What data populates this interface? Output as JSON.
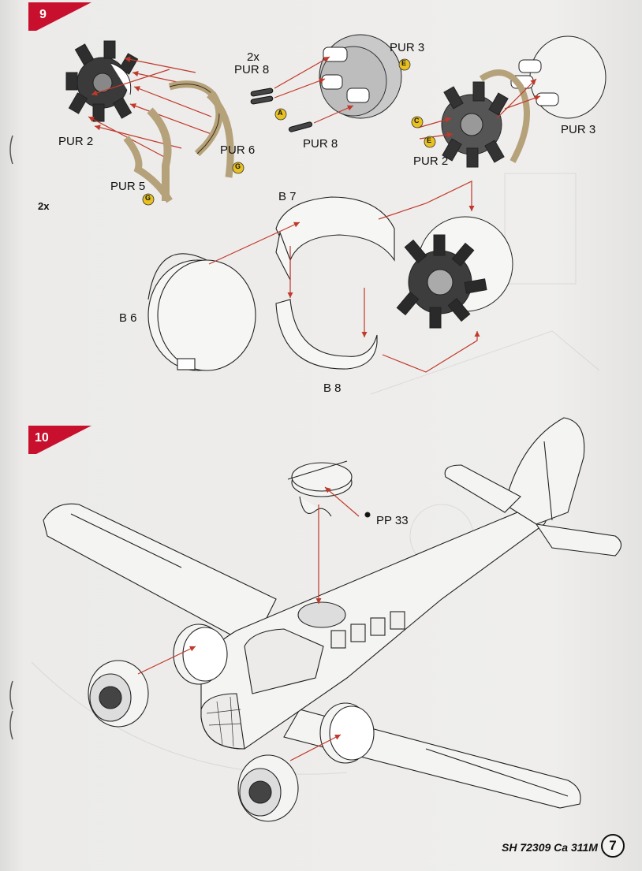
{
  "steps": [
    {
      "number": "9"
    },
    {
      "number": "10"
    }
  ],
  "labels": {
    "pur2_left": "PUR 2",
    "pur5": "PUR 5",
    "pur6": "PUR 6",
    "twox_left": "2x",
    "twox_pur8": "2x",
    "pur8_top": "PUR 8",
    "pur8_bottom": "PUR 8",
    "pur3_top": "PUR 3",
    "pur3_right": "PUR 3",
    "pur2_right": "PUR 2",
    "b7": "B 7",
    "b6": "B 6",
    "b8": "B 8",
    "pp33": "PP 33"
  },
  "color_codes": {
    "a": "A",
    "c": "C",
    "e1": "E",
    "e2": "E",
    "g1": "G",
    "g2": "G"
  },
  "colors": {
    "step_banner": "#c8102e",
    "arrow": "#c0392b",
    "paint_chip": "#e8c020",
    "exhaust_pipe": "#b5a27a",
    "bulkhead": "#c9c9c9"
  },
  "footer": {
    "code": "SH 72309  Ca 311M",
    "page": "7"
  }
}
